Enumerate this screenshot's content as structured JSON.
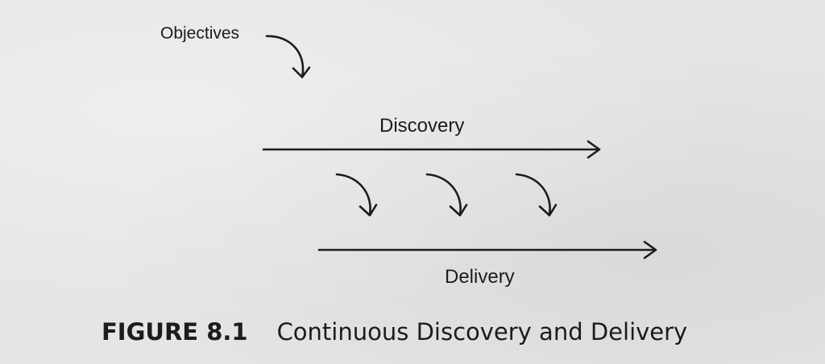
{
  "diagram": {
    "labels": {
      "objectives": "Objectives",
      "discovery": "Discovery",
      "delivery": "Delivery"
    }
  },
  "caption": {
    "number": "FIGURE 8.1",
    "title": "Continuous Discovery and Delivery"
  },
  "colors": {
    "ink": "#1d1c1b",
    "paper": "#e6e5e3"
  }
}
